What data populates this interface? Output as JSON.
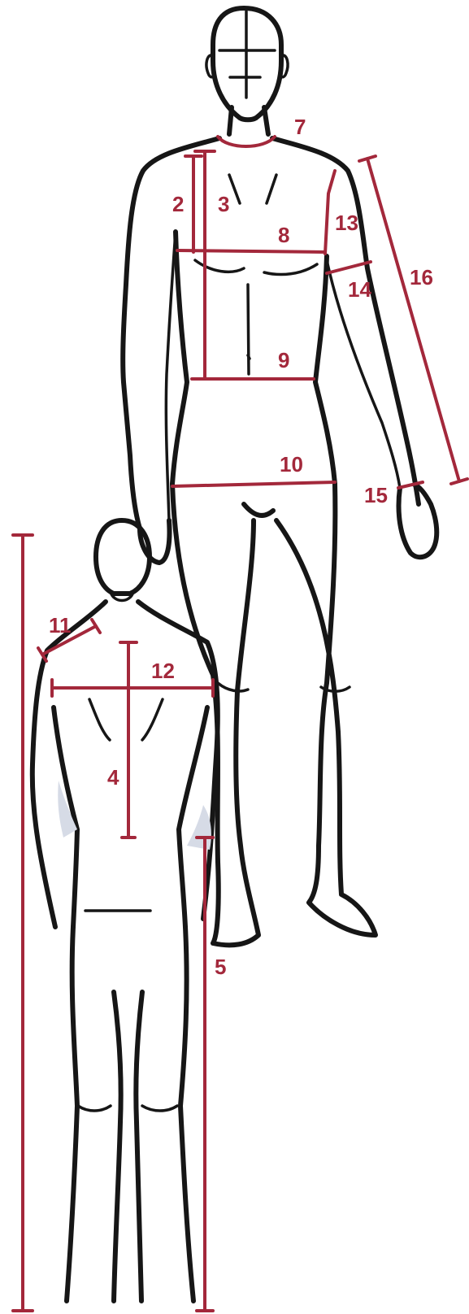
{
  "colors": {
    "measurement": "#a3283b",
    "outline": "#161616",
    "shading": "#d6dbe6",
    "background": "#ffffff"
  },
  "labels": {
    "m2": "2",
    "m3": "3",
    "m4": "4",
    "m5": "5",
    "m7": "7",
    "m8": "8",
    "m9": "9",
    "m10": "10",
    "m11": "11",
    "m12": "12",
    "m13": "13",
    "m14": "14",
    "m15": "15",
    "m16": "16"
  }
}
